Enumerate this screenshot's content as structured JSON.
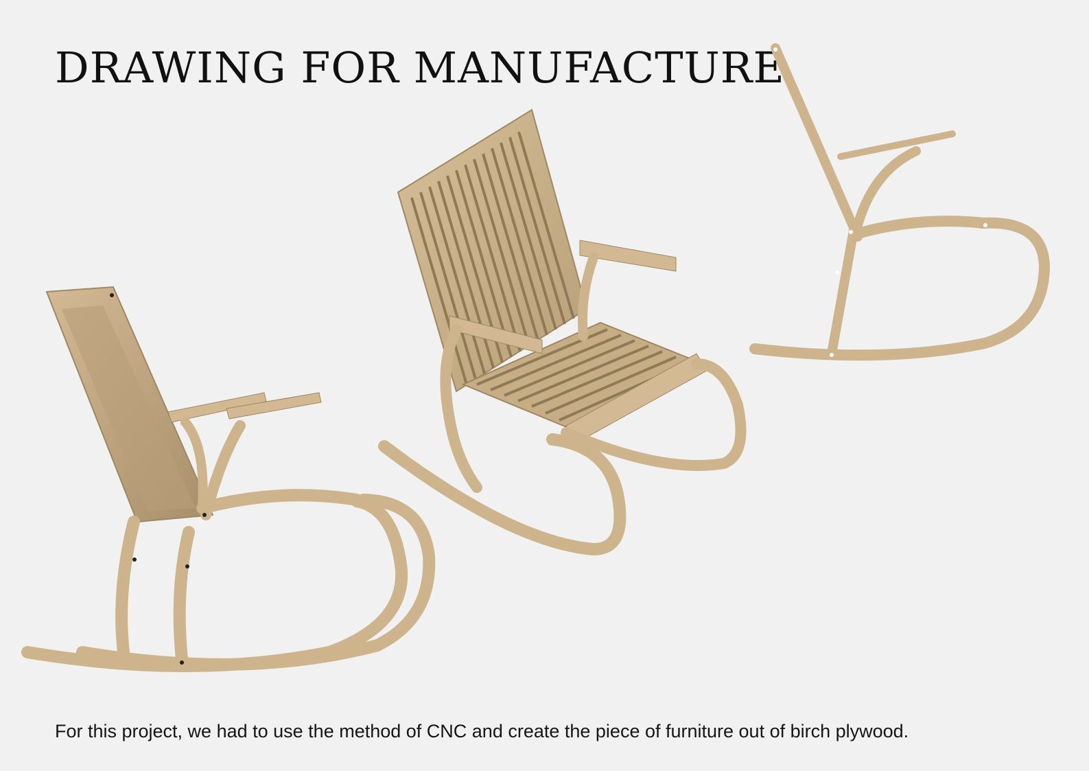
{
  "page": {
    "title": "DRAWING FOR MANUFACTURE",
    "caption": "For this project, we had to use the method of CNC and create the piece of furniture out of birch plywood."
  },
  "renders": [
    {
      "name": "rocking-chair-rear-three-quarter-view"
    },
    {
      "name": "rocking-chair-front-three-quarter-view"
    },
    {
      "name": "rocking-chair-side-profile-view"
    }
  ],
  "colors": {
    "background": "#f1f1f1",
    "wood": "#cdb48d",
    "wood_dark": "#a8916c",
    "text": "#111111"
  }
}
